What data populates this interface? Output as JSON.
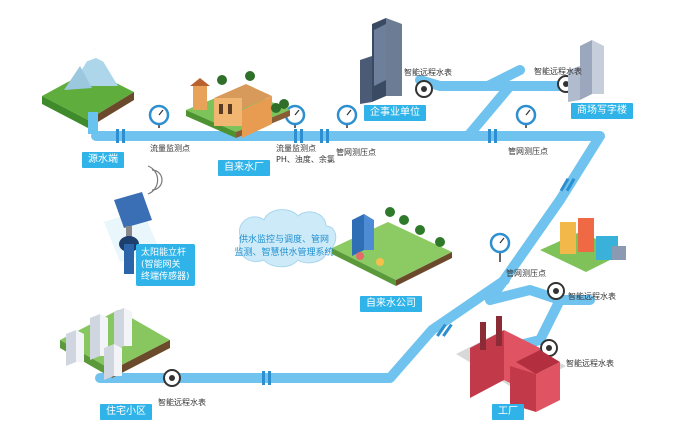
{
  "nodes": {
    "source": "源水端",
    "plant": "自来水厂",
    "enterprise": "企事业单位",
    "mall": "商场写字楼",
    "company": "自来水公司",
    "residential": "住宅小区",
    "factory": "工厂"
  },
  "annotations": {
    "flow_point_1": "流量监测点",
    "flow_point_2_line1": "流量监测点",
    "flow_point_2_line2": "PH、浊度、余氯",
    "pressure_1": "管网测压点",
    "pressure_2": "管网测压点",
    "pressure_3": "管网测压点",
    "meter_enterprise": "智能远程水表",
    "meter_mall": "智能远程水表",
    "meter_right_1": "智能远程水表",
    "meter_right_2": "智能远程水表",
    "meter_residential": "智能远程水表"
  },
  "solar_box": {
    "line1": "太阳能立杆",
    "line2": "(智能网关",
    "line3": "终端传感器)"
  },
  "cloud_text": {
    "line1": "供水监控与调度、管网",
    "line2": "监测、智慧供水管理系统"
  },
  "colors": {
    "pipe": "#6fc3ee",
    "pipe_edge": "#52b0e3",
    "label_bg": "#2fb3e8",
    "label_text": "#ffffff",
    "annotation_text": "#333333"
  }
}
